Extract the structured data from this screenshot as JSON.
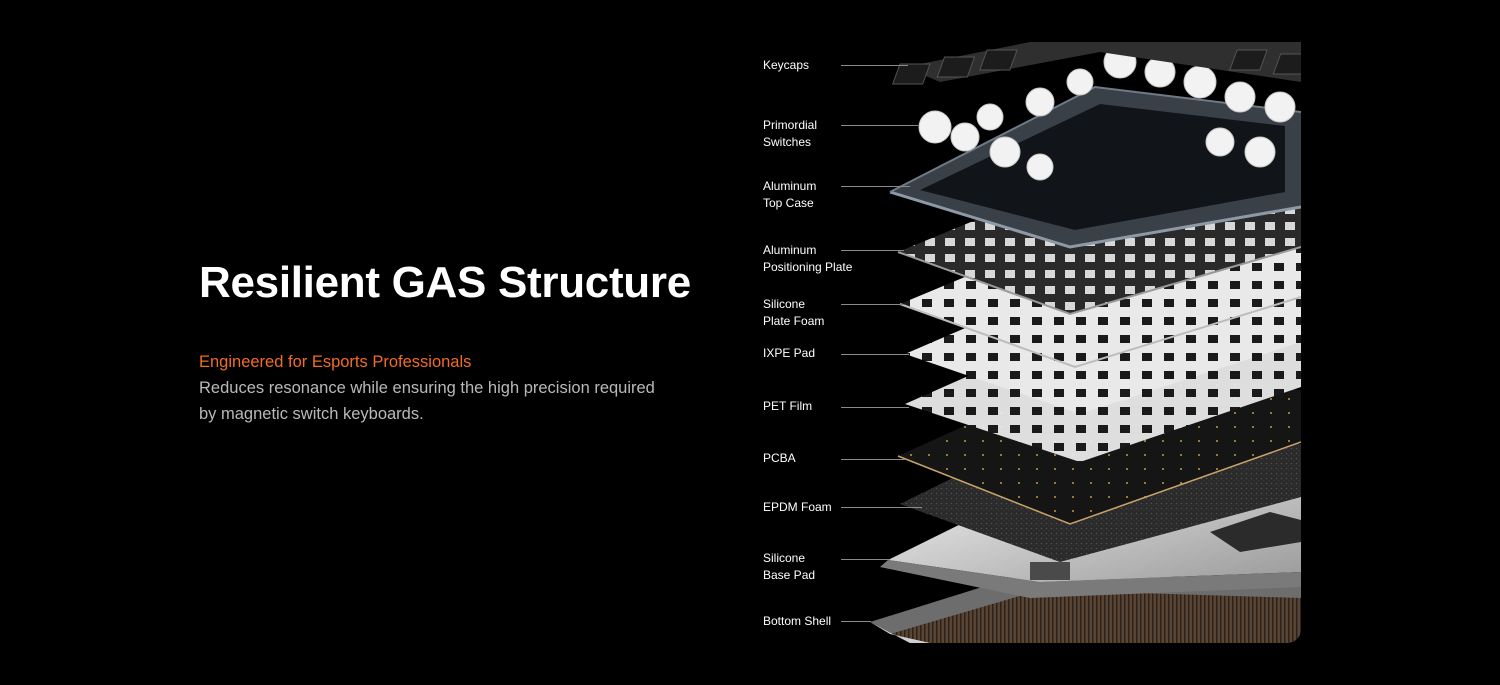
{
  "section": {
    "title": "Resilient GAS Structure",
    "subtitle": "Engineered for Esports Professionals",
    "description": "Reduces resonance while ensuring the high precision required by magnetic switch keyboards."
  },
  "diagram": {
    "layers": [
      {
        "label": "Keycaps"
      },
      {
        "label": "Primordial\nSwitches"
      },
      {
        "label": "Aluminum\nTop Case"
      },
      {
        "label": "Aluminum\nPositioning Plate"
      },
      {
        "label": "Silicone\nPlate Foam"
      },
      {
        "label": "IXPE Pad"
      },
      {
        "label": "PET Film"
      },
      {
        "label": "PCBA"
      },
      {
        "label": "EPDM Foam"
      },
      {
        "label": "Silicone\nBase Pad"
      },
      {
        "label": "Bottom Shell"
      }
    ]
  },
  "colors": {
    "background": "#000000",
    "title": "#ffffff",
    "accent": "#f26b25",
    "body_text": "#b9b9b9",
    "leader_line": "#8a8a8a"
  }
}
